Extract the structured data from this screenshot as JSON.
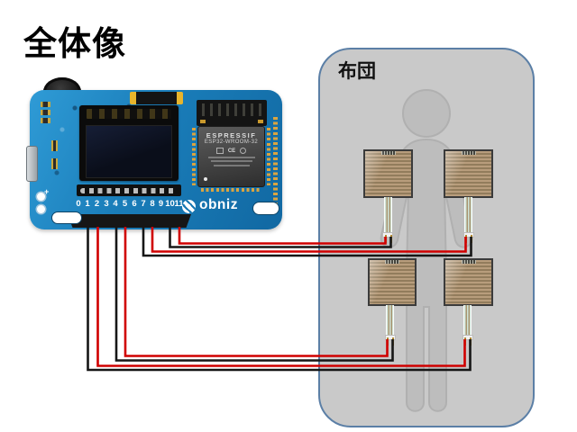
{
  "title": "全体像",
  "futon": {
    "label": "布団"
  },
  "board": {
    "pin_labels": [
      "0",
      "1",
      "2",
      "3",
      "4",
      "5",
      "6",
      "7",
      "8",
      "9",
      "10",
      "11"
    ],
    "logo_text": "obniz",
    "plus_mark": "+",
    "module": {
      "brand": "ESPRESSIF",
      "model": "ESP32-WROOM-32",
      "ce_mark": "CE"
    }
  },
  "sensors": [
    {
      "id": "upper-left",
      "type": "pressure-sensor",
      "wired_pins": {
        "black": "10",
        "red": "11"
      }
    },
    {
      "id": "upper-right",
      "type": "pressure-sensor",
      "wired_pins": {
        "black": "7",
        "red": "8"
      }
    },
    {
      "id": "lower-left",
      "type": "pressure-sensor",
      "wired_pins": {
        "black": "4",
        "red": "5"
      }
    },
    {
      "id": "lower-right",
      "type": "pressure-sensor",
      "wired_pins": {
        "black": "1",
        "red": "2"
      }
    }
  ],
  "colors": {
    "board_blue": "#1a7db9",
    "wire_red": "#d00000",
    "wire_black": "#161616",
    "futon_fill": "#c9c9c9",
    "futon_border": "#5b7fa6",
    "sensor_tan": "#a98f6e",
    "silhouette_gray": "#bdbdbd"
  }
}
